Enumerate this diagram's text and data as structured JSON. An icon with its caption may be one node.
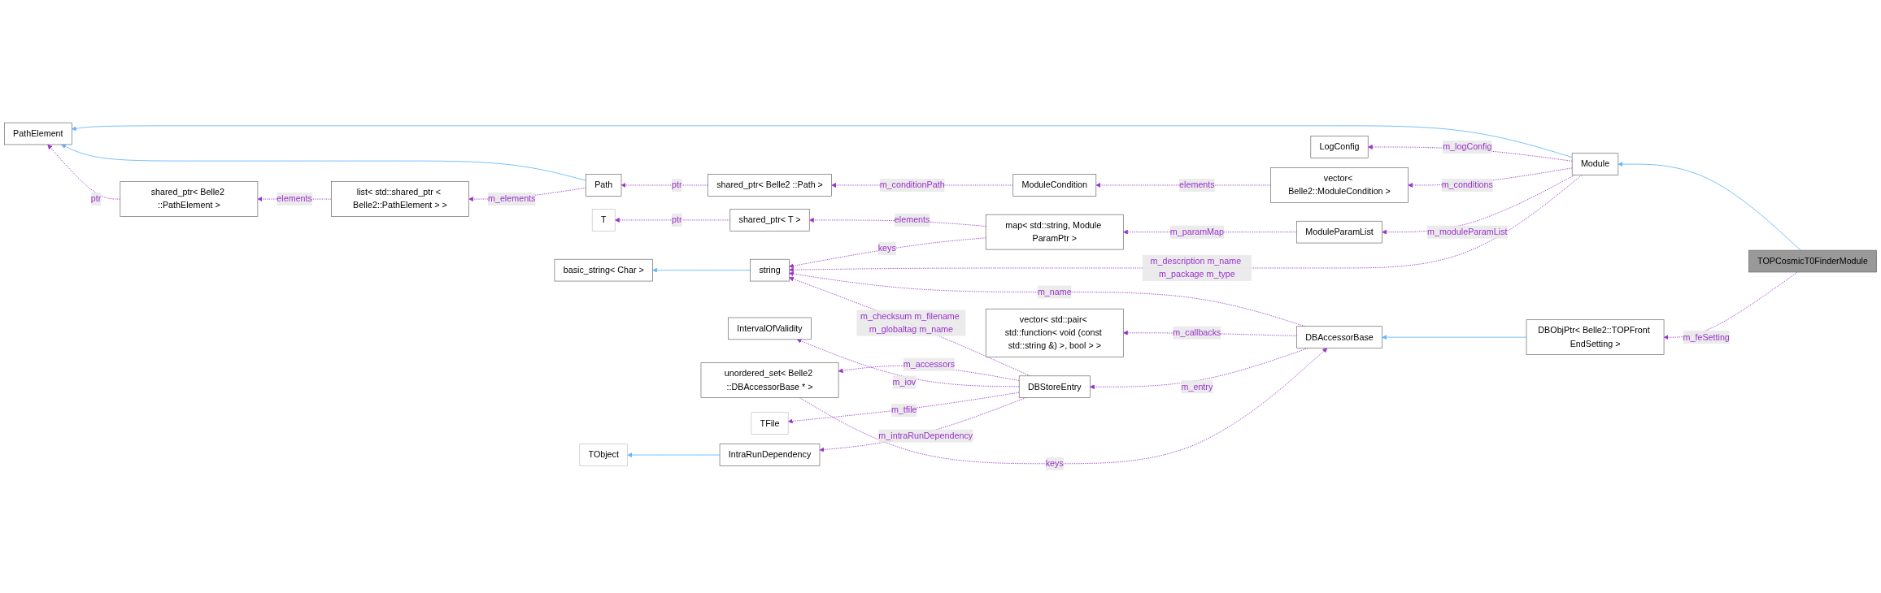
{
  "diagram": {
    "nodes": [
      {
        "text": [
          "TOPCosmicT0FinderModule"
        ]
      },
      {
        "text": [
          "Module"
        ]
      },
      {
        "text": [
          "LogConfig"
        ]
      },
      {
        "text": [
          "vector< Belle2::ModuleCondition >"
        ]
      },
      {
        "text": [
          "ModuleCondition"
        ]
      },
      {
        "text": [
          "shared_ptr< Belle2 ::Path >"
        ]
      },
      {
        "text": [
          "Path"
        ]
      },
      {
        "text": [
          "list< std::shared_ptr < Belle2::PathElement > >"
        ]
      },
      {
        "text": [
          "shared_ptr< Belle2 ::PathElement >"
        ]
      },
      {
        "text": [
          "PathElement"
        ]
      },
      {
        "text": [
          "ModuleParamList"
        ]
      },
      {
        "text": [
          "map< std::string, Module ParamPtr >"
        ]
      },
      {
        "text": [
          "shared_ptr< T >"
        ]
      },
      {
        "text": [
          "T"
        ]
      },
      {
        "text": [
          "string"
        ]
      },
      {
        "text": [
          "basic_string< Char >"
        ]
      },
      {
        "text": [
          "DBStoreEntry"
        ]
      },
      {
        "text": [
          "unordered_set< Belle2 ::DBAccessorBase * >"
        ]
      },
      {
        "text": [
          "DBAccessorBase"
        ]
      },
      {
        "text": [
          "vector< std::pair< std::function< void (const std::string &) >, bool > >"
        ]
      },
      {
        "text": [
          "IntervalOfValidity"
        ]
      },
      {
        "text": [
          "TFile"
        ]
      },
      {
        "text": [
          "DBObjPtr< Belle2::TOPFront EndSetting >"
        ]
      },
      {
        "text": [
          "IntraRunDependency"
        ]
      },
      {
        "text": [
          "TObject"
        ]
      }
    ],
    "edges": [
      {
        "from": 0,
        "to": 1,
        "arrow": "to",
        "color": "#63b8ff"
      },
      {
        "from": 1,
        "to": 9,
        "arrow": "to",
        "color": "#63b8ff"
      },
      {
        "from": 6,
        "to": 9,
        "arrow": "to",
        "color": "#63b8ff"
      },
      {
        "from": 14,
        "to": 15,
        "arrow": "to",
        "color": "#63b8ff"
      },
      {
        "from": 22,
        "to": 18,
        "arrow": "to",
        "color": "#63b8ff"
      },
      {
        "from": 23,
        "to": 24,
        "arrow": "to",
        "color": "#63b8ff"
      },
      {
        "from": 1,
        "to": 2,
        "arrow": "to",
        "style": "dashed",
        "label": "m_logConfig"
      },
      {
        "from": 1,
        "to": 3,
        "arrow": "to",
        "style": "dashed",
        "label": "m_conditions"
      },
      {
        "from": 3,
        "to": 4,
        "arrow": "to",
        "style": "dashed",
        "label": "elements"
      },
      {
        "from": 4,
        "to": 5,
        "arrow": "to",
        "style": "dashed",
        "label": "m_conditionPath"
      },
      {
        "from": 5,
        "to": 6,
        "arrow": "to",
        "style": "dashed",
        "label": "ptr"
      },
      {
        "from": 6,
        "to": 7,
        "arrow": "to",
        "style": "dashed",
        "label": "m_elements"
      },
      {
        "from": 7,
        "to": 8,
        "arrow": "to",
        "style": "dashed",
        "label": "elements"
      },
      {
        "from": 8,
        "to": 9,
        "arrow": "to",
        "style": "dashed",
        "label": "ptr"
      },
      {
        "from": 1,
        "to": 10,
        "arrow": "to",
        "style": "dashed",
        "label": "m_moduleParamList"
      },
      {
        "from": 10,
        "to": 11,
        "arrow": "to",
        "style": "dashed",
        "label": "m_paramMap"
      },
      {
        "from": 11,
        "to": 12,
        "arrow": "to",
        "style": "dashed",
        "label": "elements"
      },
      {
        "from": 12,
        "to": 13,
        "arrow": "to",
        "style": "dashed",
        "label": "ptr"
      },
      {
        "from": 11,
        "to": 14,
        "arrow": "to",
        "style": "dashed",
        "label": "keys"
      },
      {
        "from": 1,
        "to": 14,
        "arrow": "to",
        "style": "dashed",
        "label": "m_description m_name m_package m_type"
      },
      {
        "from": 16,
        "to": 14,
        "arrow": "to",
        "style": "dashed",
        "label": "m_checksum m_filename m_globaltag m_name"
      },
      {
        "from": 18,
        "to": 14,
        "arrow": "to",
        "style": "dashed",
        "label": "m_name"
      },
      {
        "from": 16,
        "to": 17,
        "arrow": "to",
        "style": "dashed",
        "label": "m_accessors"
      },
      {
        "from": 17,
        "to": 18,
        "arrow": "to",
        "style": "dashed",
        "label": "keys"
      },
      {
        "from": 18,
        "to": 19,
        "arrow": "to",
        "style": "dashed",
        "label": "m_callbacks"
      },
      {
        "from": 18,
        "to": 16,
        "arrow": "to",
        "style": "dashed",
        "label": "m_entry"
      },
      {
        "from": 16,
        "to": 20,
        "arrow": "to",
        "style": "dashed",
        "label": "m_iov"
      },
      {
        "from": 16,
        "to": 21,
        "arrow": "to",
        "style": "dashed",
        "label": "m_tfile"
      },
      {
        "from": 0,
        "to": 22,
        "arrow": "to",
        "style": "dashed",
        "label": "m_feSetting"
      },
      {
        "from": 16,
        "to": 23,
        "arrow": "to",
        "style": "dashed",
        "label": "m_intraRunDependency"
      }
    ]
  }
}
